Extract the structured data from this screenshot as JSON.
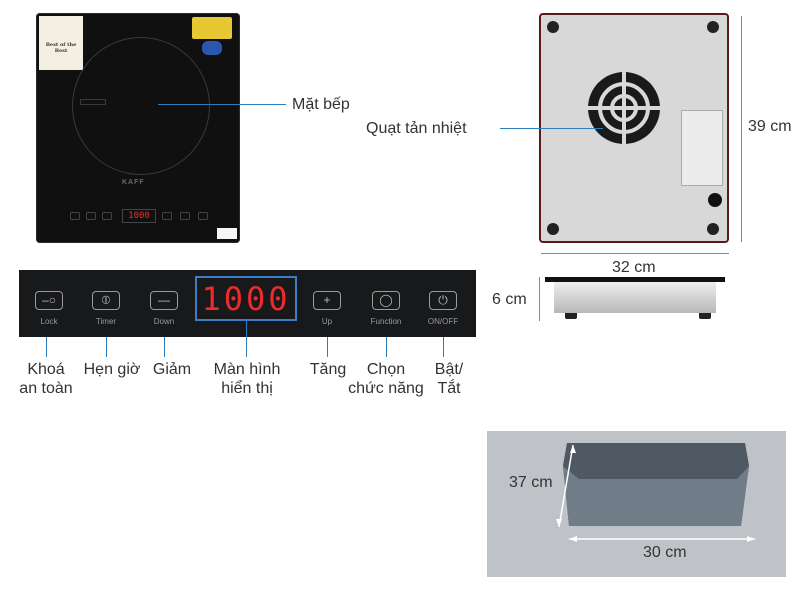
{
  "labels": {
    "cooktop_surface": "Mặt bếp",
    "cooling_fan": "Quạt tản nhiệt",
    "lock_l1": "Khoá",
    "lock_l2": "an toàn",
    "timer": "Hẹn giờ",
    "down": "Giảm",
    "display_l1": "Màn hình",
    "display_l2": "hiển thị",
    "up": "Tăng",
    "function_l1": "Chọn",
    "function_l2": "chức năng",
    "power_l1": "Bật/",
    "power_l2": "Tắt"
  },
  "dimensions": {
    "height": "39 cm",
    "width": "32 cm",
    "thickness": "6 cm",
    "cutout_depth": "37 cm",
    "cutout_width": "30 cm"
  },
  "panel": {
    "display_value": "1000",
    "captions": {
      "lock": "Lock",
      "timer": "Timer",
      "down": "Down",
      "up": "Up",
      "function": "Function",
      "power": "ON/OFF"
    }
  },
  "cooktop": {
    "brand": "KAFF",
    "display_value": "1000",
    "sticker_line1": "Best of the Best"
  },
  "colors": {
    "accent_line": "#2a7fc0",
    "display_red": "#ee2a2a",
    "panel_bg": "#18191b"
  },
  "icons": {
    "lock": "key-icon",
    "timer": "circle-line-icon",
    "down": "minus-icon",
    "up": "plus-icon",
    "function": "square-circle-icon",
    "power": "power-icon"
  }
}
